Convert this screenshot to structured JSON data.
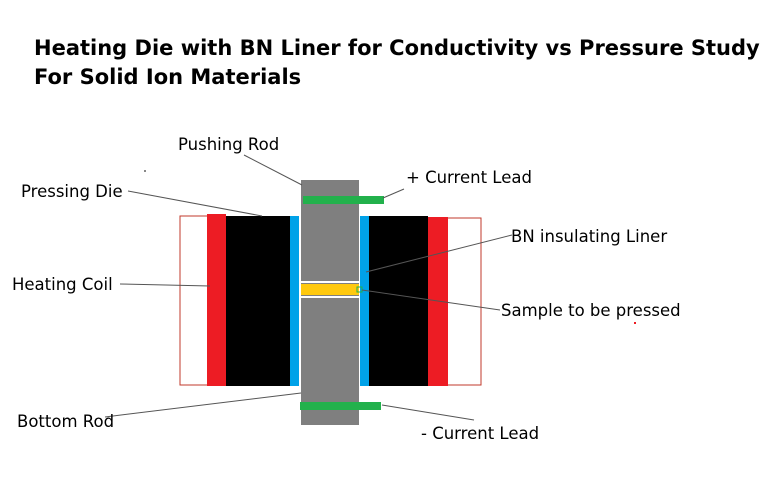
{
  "title": {
    "line1": "Heating Die with BN Liner for Conductivity vs Pressure Study",
    "line2": "For Solid Ion Materials"
  },
  "labels": {
    "pushing_rod": "Pushing Rod",
    "current_lead_pos": "+ Current Lead",
    "pressing_die": "Pressing Die",
    "bn_liner": "BN insulating Liner",
    "heating_coil": "Heating Coil",
    "sample": "Sample to be pressed",
    "bottom_rod": "Bottom Rod",
    "current_lead_neg": "- Current Lead"
  },
  "colors": {
    "die": "#000000",
    "heating_coil": "#ed1c24",
    "liner": "#00a2e8",
    "rod": "#7f7f7f",
    "lead": "#22b14c",
    "sample": "#ffc90e",
    "outline": "#c0392b"
  }
}
